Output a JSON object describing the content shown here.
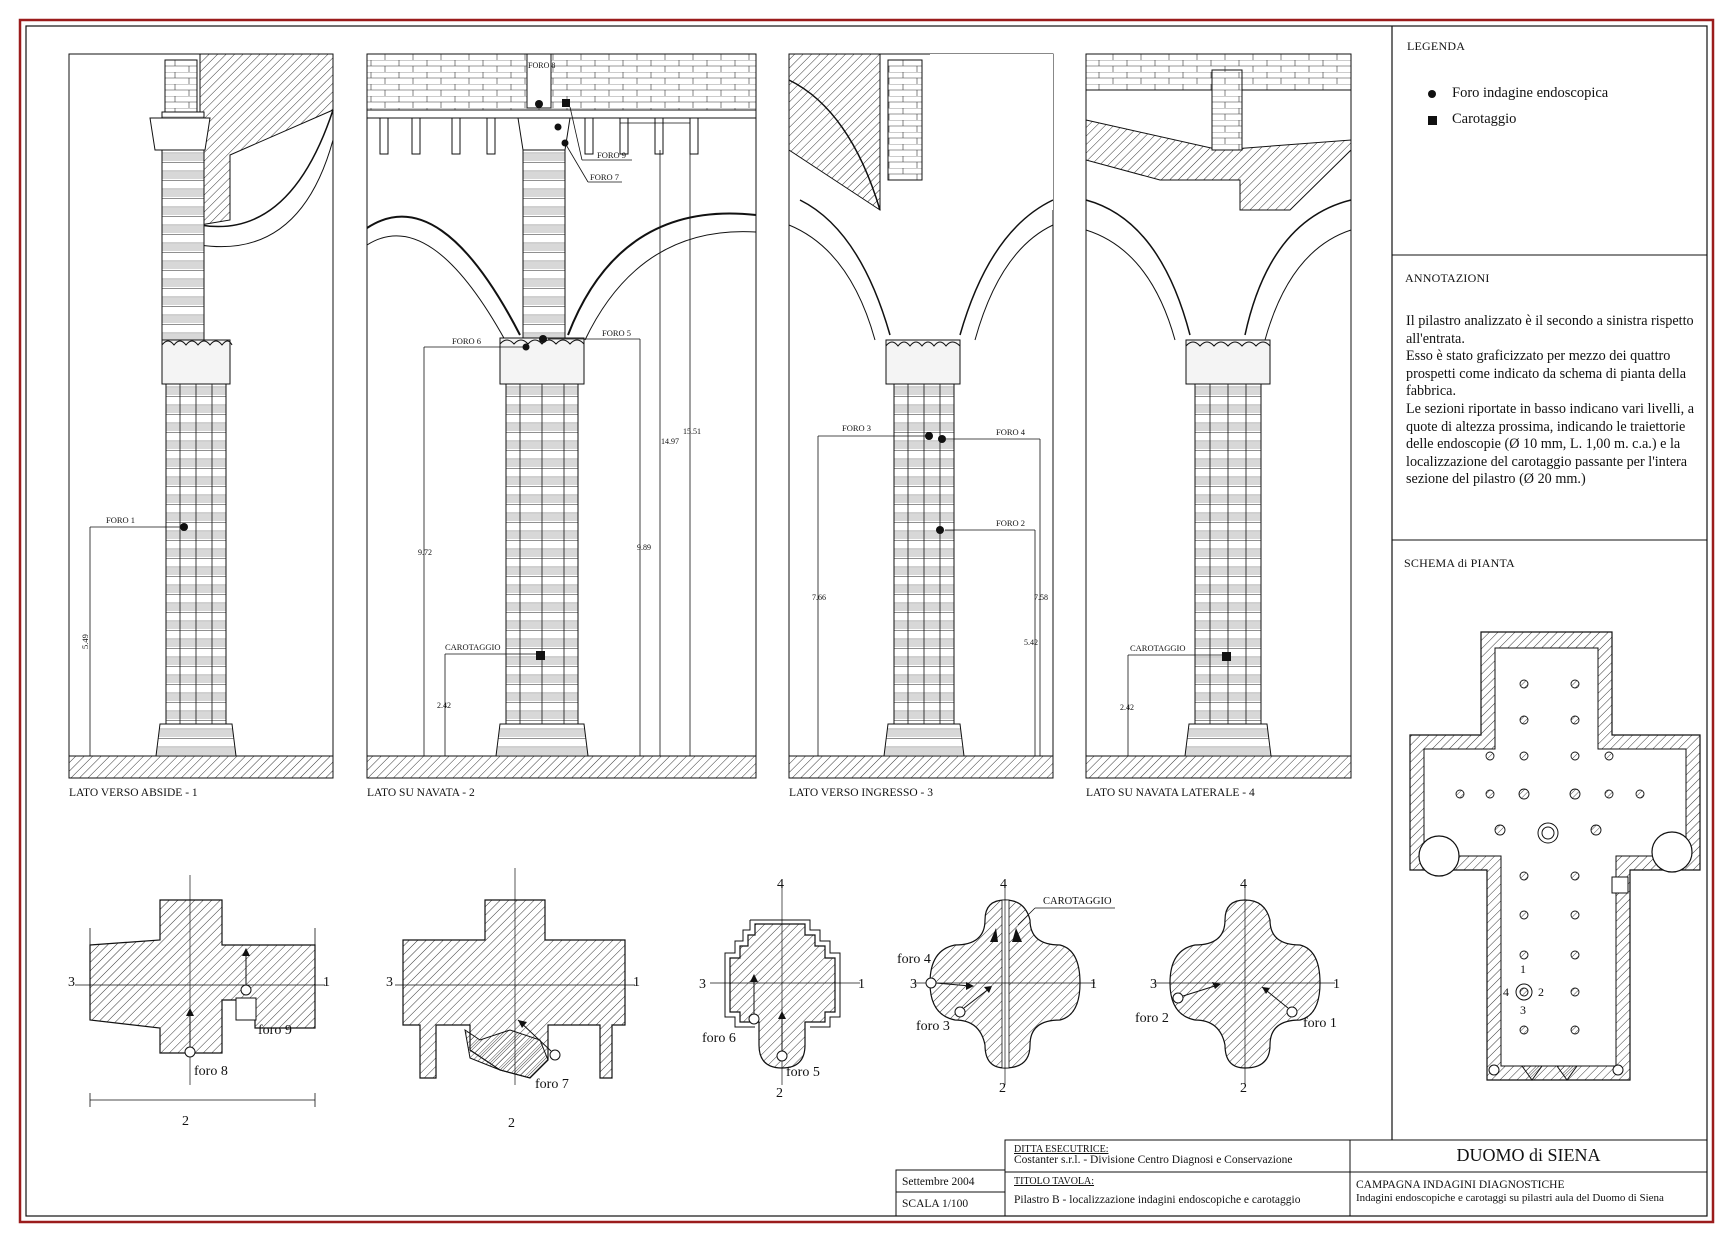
{
  "legend": {
    "title": "LEGENDA",
    "items": [
      {
        "symbol": "dot",
        "label": "Foro indagine endoscopica"
      },
      {
        "symbol": "square",
        "label": "Carotaggio"
      }
    ]
  },
  "annotations": {
    "title": "ANNOTAZIONI",
    "paragraphs": [
      "Il pilastro analizzato è il secondo a sinistra rispetto all'entrata.",
      "Esso è stato graficizzato per mezzo dei quattro prospetti come indicato da schema di pianta della fabbrica.",
      "Le sezioni riportate in basso indicano vari livelli, a quote di altezza prossima, indicando le traiettorie delle endoscopie (Ø 10 mm, L. 1,00 m. c.a.) e la localizzazione del carotaggio passante per l'intera sezione del pilastro (Ø 20 mm.)"
    ]
  },
  "plan_schema": {
    "title": "SCHEMA di PIANTA",
    "side_labels": [
      "1",
      "4",
      "2",
      "3"
    ]
  },
  "elevations": [
    {
      "caption": "LATO VERSO ABSIDE - 1",
      "labels": [
        "FORO 1"
      ],
      "dims": [
        "5.49"
      ]
    },
    {
      "caption": "LATO SU NAVATA - 2",
      "labels": [
        "FORO 8",
        "FORO 9",
        "FORO 7",
        "FORO 6",
        "FORO 5",
        "CAROTAGGIO"
      ],
      "dims": [
        "9.72",
        "2.42",
        "14.97",
        "15.51",
        "9.89"
      ]
    },
    {
      "caption": "LATO VERSO INGRESSO - 3",
      "labels": [
        "FORO 3",
        "FORO 4",
        "FORO 2"
      ],
      "dims": [
        "7.66",
        "7.58",
        "5.42"
      ]
    },
    {
      "caption": "LATO SU NAVATA LATERALE - 4",
      "labels": [
        "CAROTAGGIO"
      ],
      "dims": [
        "2.42"
      ]
    }
  ],
  "sections": [
    {
      "axis": [
        "3",
        "1",
        "2"
      ],
      "labels": [
        "foro 9",
        "foro 8"
      ]
    },
    {
      "axis": [
        "3",
        "1",
        "2"
      ],
      "labels": [
        "foro 7"
      ]
    },
    {
      "axis": [
        "4",
        "3",
        "1",
        "2"
      ],
      "labels": [
        "foro 6",
        "foro 5"
      ]
    },
    {
      "axis": [
        "4",
        "3",
        "1",
        "2"
      ],
      "labels": [
        "CAROTAGGIO",
        "foro 4",
        "foro 3"
      ]
    },
    {
      "axis": [
        "4",
        "3",
        "1",
        "2"
      ],
      "labels": [
        "foro 2",
        "foro 1"
      ]
    }
  ],
  "title_block": {
    "ditta_label": "DITTA ESECUTRICE:",
    "ditta_value": "Costanter s.r.l. - Divisione Centro Diagnosi e Conservazione",
    "titolo_label": "TITOLO TAVOLA:",
    "titolo_value": "Pilastro B - localizzazione indagini endoscopiche e carotaggio",
    "date": "Settembre 2004",
    "scale": "SCALA 1/100",
    "project": "DUOMO di SIENA",
    "campaign": "CAMPAGNA INDAGINI DIAGNOSTICHE",
    "campaign_sub": "Indagini endoscopiche e carotaggi su pilastri aula del Duomo di Siena"
  },
  "colors": {
    "frame": "#9b1c1c",
    "ink": "#111111"
  }
}
